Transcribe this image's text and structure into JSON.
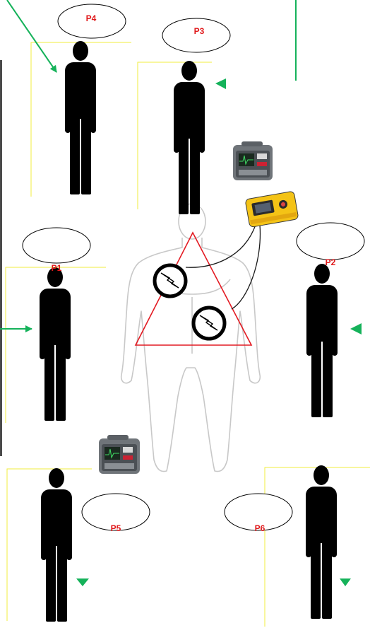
{
  "colors": {
    "label_red": "#e0191b",
    "arrow_green": "#15b25a",
    "frame_yellow": "#f2ee3e",
    "triangle_red": "#e31b23",
    "figure_black": "#000000",
    "outline_gray": "#c8c8c8",
    "aed_yellow": "#f4c316",
    "monitor_gray": "#6f7479",
    "left_bar": "#4a4a4a"
  },
  "people": [
    {
      "id": "P4",
      "label": "P4",
      "arrow": "diagonal-line-arrow"
    },
    {
      "id": "P3",
      "label": "P3",
      "arrow": "small-triangle-left"
    },
    {
      "id": "P1",
      "label": "P1",
      "arrow": "line-arrow-right"
    },
    {
      "id": "P2",
      "label": "P2",
      "arrow": "small-triangle-left"
    },
    {
      "id": "P5",
      "label": "P5",
      "arrow": "small-triangle-down"
    },
    {
      "id": "P6",
      "label": "P6",
      "arrow": "small-triangle-down"
    }
  ],
  "icons": [
    "defibrillator-monitor-icon",
    "aed-device-icon",
    "high-voltage-icon",
    "body-outline-icon",
    "person-silhouette-icon"
  ]
}
